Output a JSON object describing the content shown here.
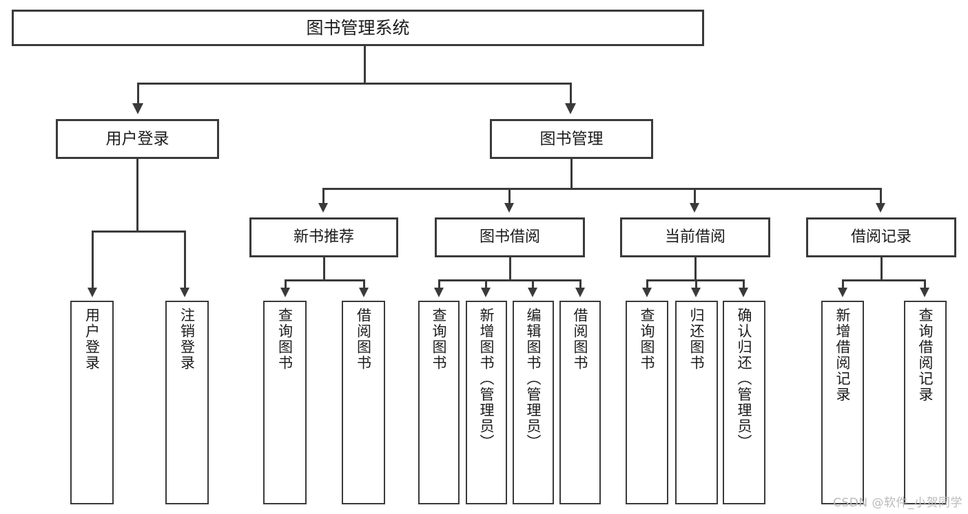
{
  "diagram": {
    "type": "tree",
    "title": "图书管理系统",
    "watermark": "CSDN @软件_小贺同学",
    "colors": {
      "stroke": "#3a3a3a",
      "background": "#ffffff",
      "text": "#1c1c1c",
      "watermark": "#b9b9b9"
    },
    "root": {
      "label": "图书管理系统"
    },
    "level1": [
      {
        "label": "用户登录"
      },
      {
        "label": "图书管理"
      }
    ],
    "level2": [
      {
        "label": "新书推荐"
      },
      {
        "label": "图书借阅"
      },
      {
        "label": "当前借阅"
      },
      {
        "label": "借阅记录"
      }
    ],
    "leaves": {
      "user_login": [
        {
          "label": "用户登录"
        },
        {
          "label": "注销登录"
        }
      ],
      "new_book": [
        {
          "label": "查询图书"
        },
        {
          "label": "借阅图书"
        }
      ],
      "book_borrow": [
        {
          "label": "查询图书"
        },
        {
          "label": "新增图书（管理员）"
        },
        {
          "label": "编辑图书（管理员）"
        },
        {
          "label": "借阅图书"
        }
      ],
      "current_borrow": [
        {
          "label": "查询图书"
        },
        {
          "label": "归还图书"
        },
        {
          "label": "确认归还（管理员）"
        }
      ],
      "borrow_record": [
        {
          "label": "新增借阅记录"
        },
        {
          "label": "查询借阅记录"
        }
      ]
    }
  }
}
